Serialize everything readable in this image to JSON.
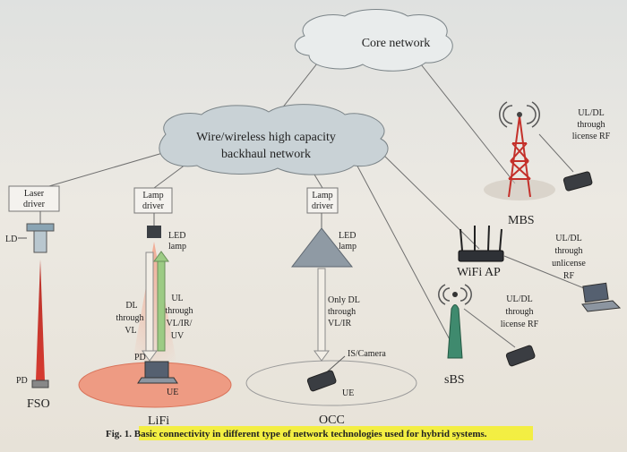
{
  "diagram": {
    "core_network": "Core network",
    "backhaul": [
      "Wire/wireless high capacity",
      "backhaul network"
    ],
    "fso": {
      "driver": [
        "Laser",
        "driver"
      ],
      "ld": "LD",
      "pd": "PD",
      "name": "FSO"
    },
    "lifi": {
      "driver": [
        "Lamp",
        "driver"
      ],
      "lamp": [
        "LED",
        "lamp"
      ],
      "dl": [
        "DL",
        "through",
        "VL"
      ],
      "ul": [
        "UL",
        "through",
        "VL/IR/",
        "UV"
      ],
      "pd": "PD",
      "ue": "UE",
      "name": "LiFi"
    },
    "occ": {
      "driver": [
        "Lamp",
        "driver"
      ],
      "lamp": [
        "LED",
        "lamp"
      ],
      "dl": [
        "Only DL",
        "through",
        "VL/IR"
      ],
      "camera": "IS/Camera",
      "ue": "UE",
      "name": "OCC"
    },
    "mbs": {
      "name": "MBS",
      "link": [
        "UL/DL",
        "through",
        "license RF"
      ]
    },
    "wifi": {
      "name": "WiFi AP",
      "link": [
        "UL/DL",
        "through",
        "unlicense",
        "RF"
      ]
    },
    "sbs": {
      "name": "sBS",
      "link": [
        "UL/DL",
        "through",
        "license RF"
      ]
    },
    "caption_prefix": "Fig. 1. B",
    "caption_highlight": "asic connectivity in different type of network technologies used for hybrid systems."
  },
  "colors": {
    "cloud": "#c9d2d6",
    "laser_beam": "#c8322f",
    "lifi_glow": "#f08a6e",
    "highlight": "#f5f028",
    "tower": "#c4302a"
  }
}
